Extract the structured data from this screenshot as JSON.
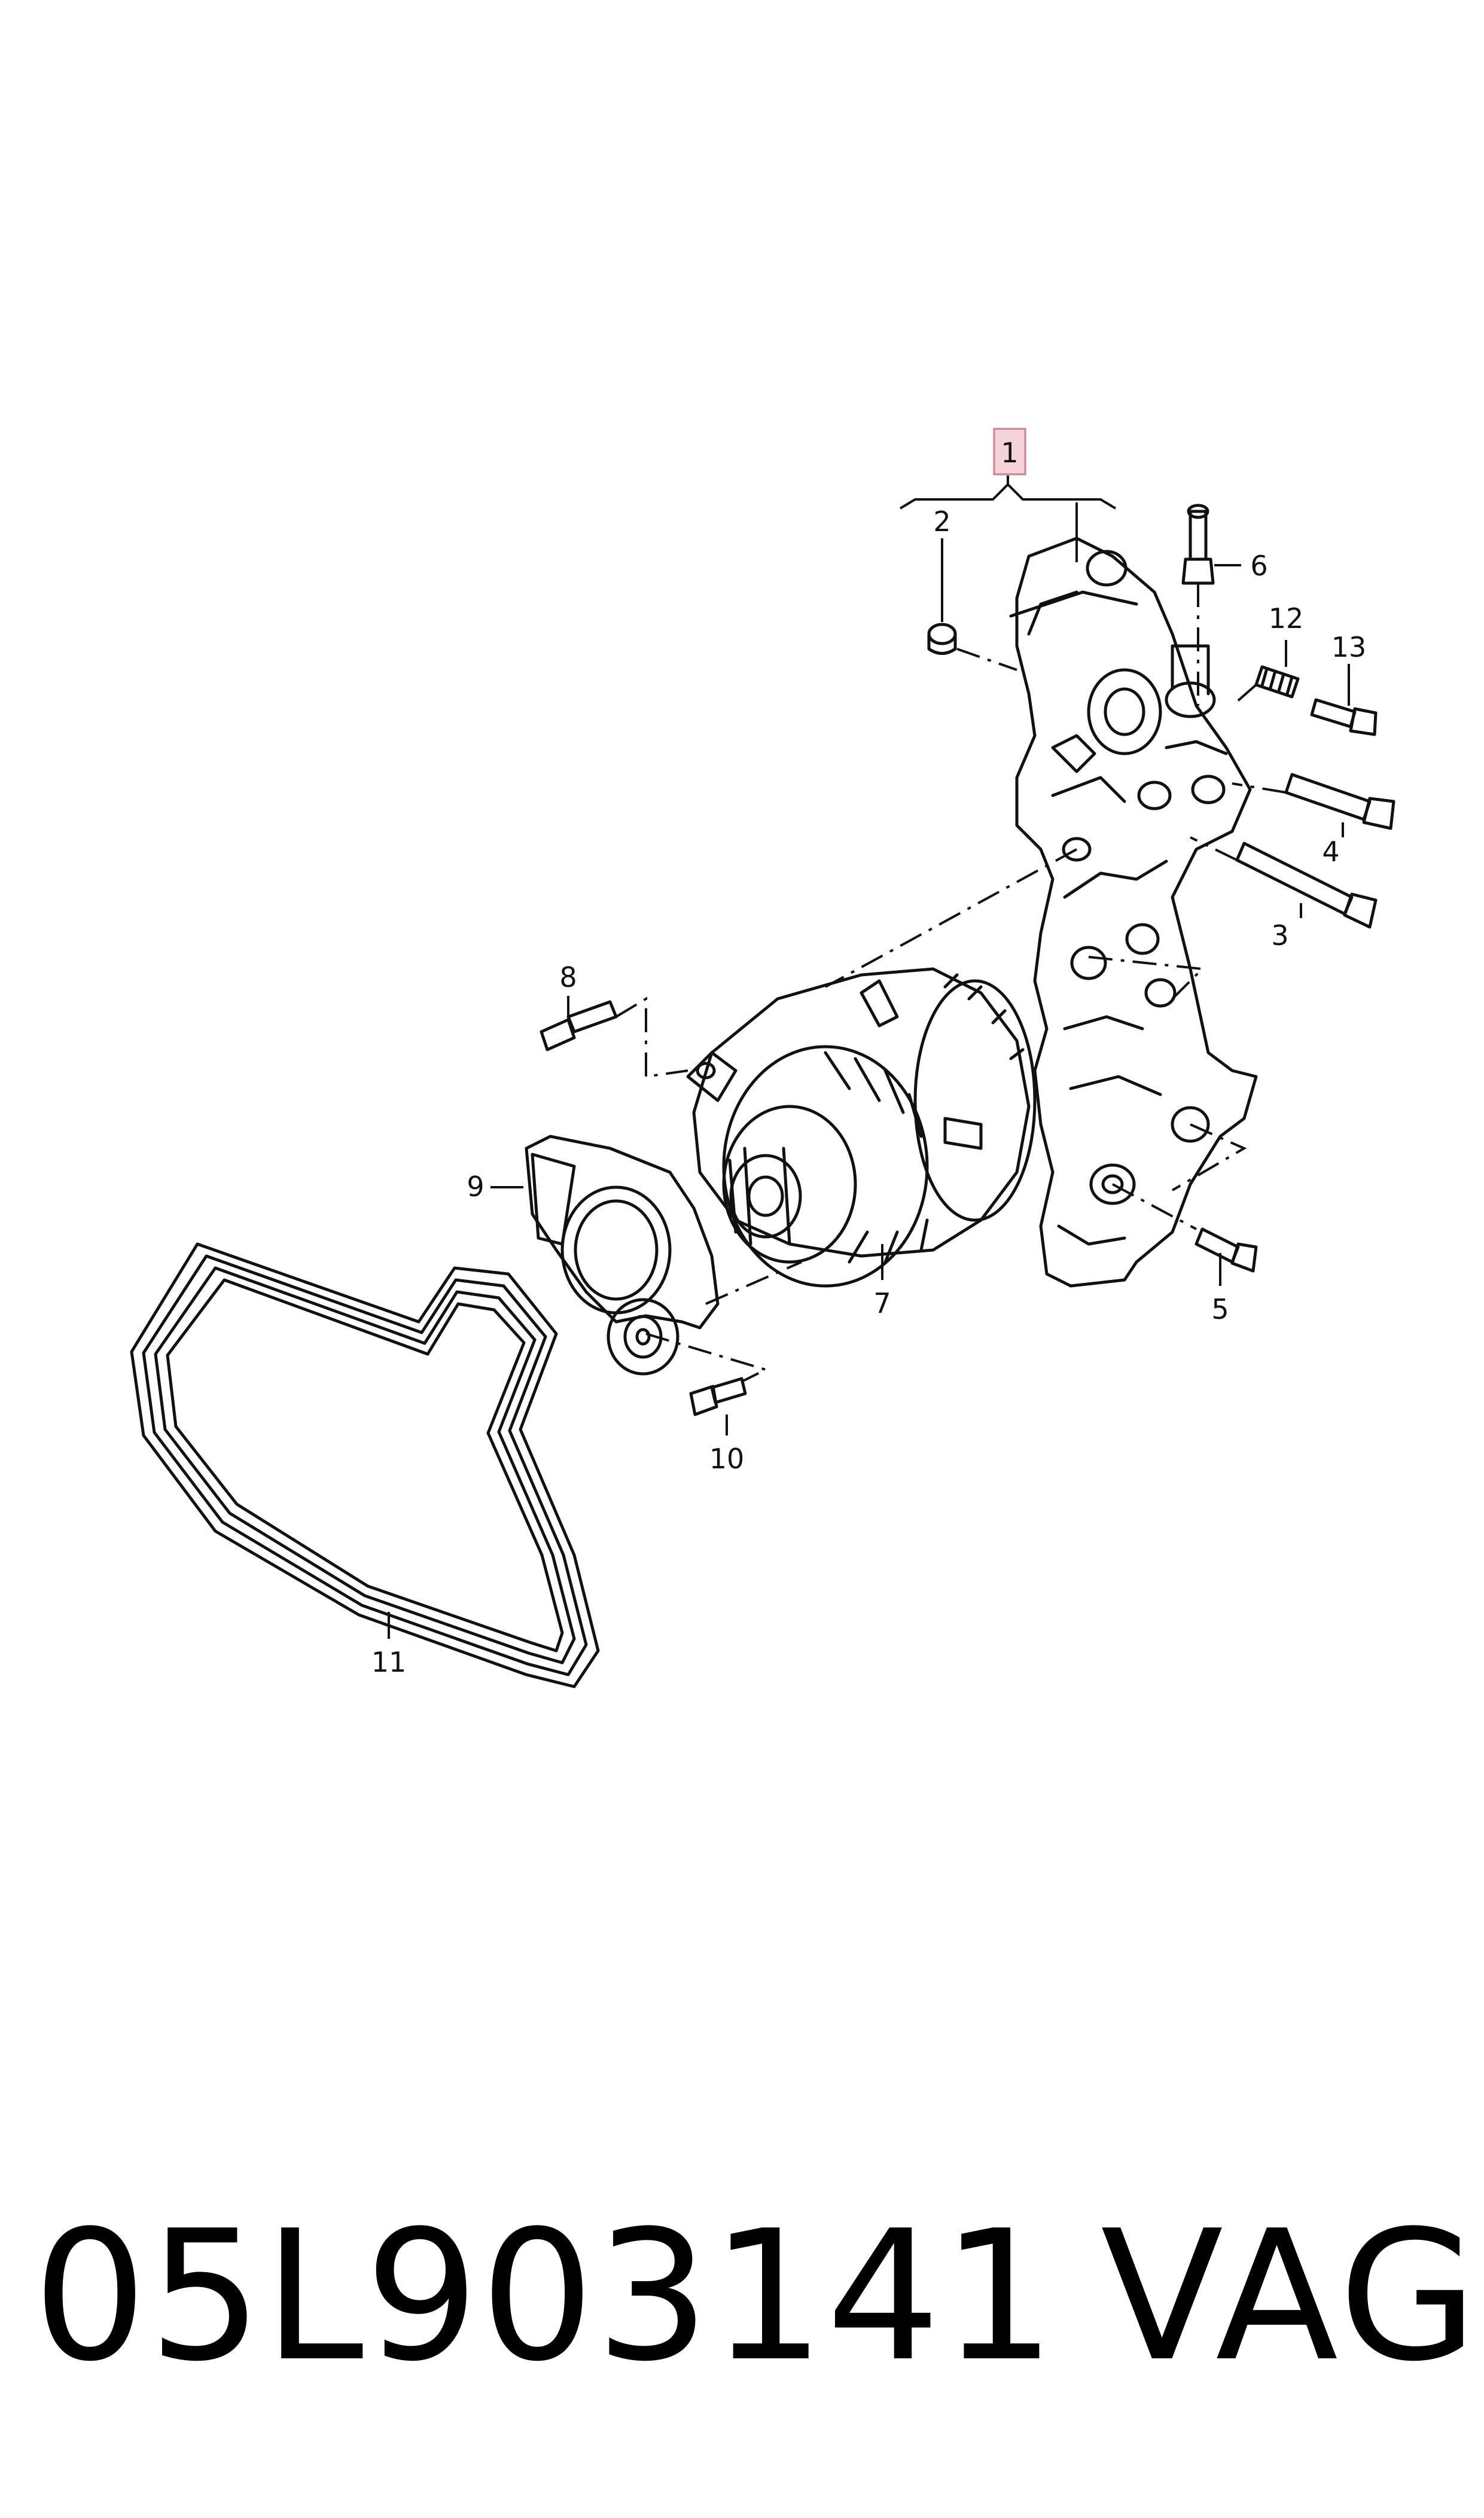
{
  "callouts": {
    "c1": "1",
    "c2": "2",
    "c3": "3",
    "c4": "4",
    "c5": "5",
    "c6": "6",
    "c7": "7",
    "c8": "8",
    "c9": "9",
    "c10": "10",
    "c11": "11",
    "c12": "12",
    "c13": "13"
  },
  "highlight_color": "#f6d3d8",
  "footer": {
    "part_number": "05L903141",
    "brand": "VAG"
  }
}
